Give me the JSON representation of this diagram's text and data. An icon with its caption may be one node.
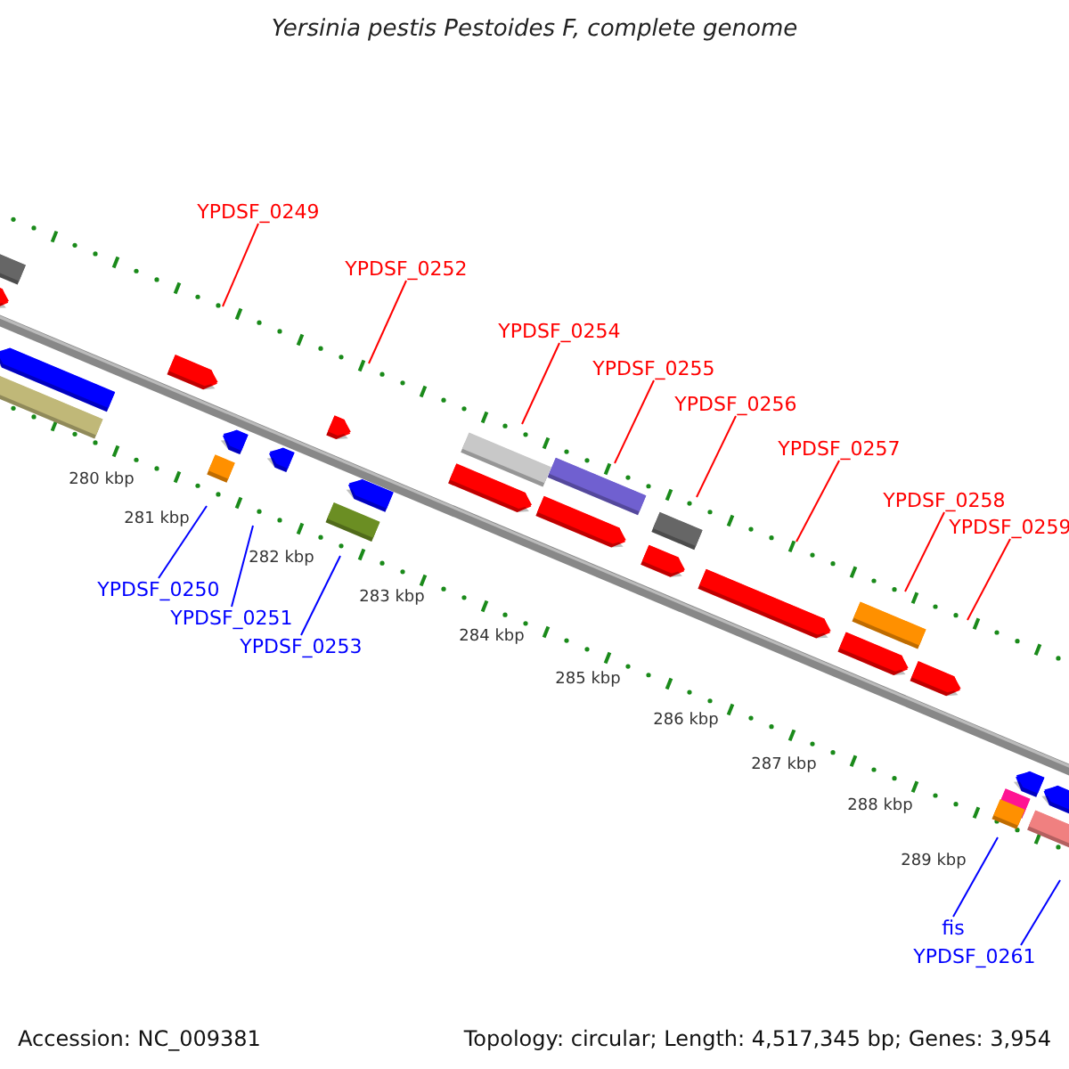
{
  "diagram": {
    "title": "Yersinia pestis Pestoides F, complete genome",
    "nodes": [
      {
        "text": [
          "YPDSF_0249"
        ]
      },
      {
        "text": [
          "YPDSF_0252"
        ]
      },
      {
        "text": [
          "YPDSF_0254"
        ]
      },
      {
        "text": [
          "YPDSF_0255"
        ]
      },
      {
        "text": [
          "YPDSF_0256"
        ]
      },
      {
        "text": [
          "YPDSF_0257"
        ]
      },
      {
        "text": [
          "YPDSF_0258"
        ]
      },
      {
        "text": [
          "YPDSF_0259"
        ]
      },
      {
        "text": [
          "YPDSF_0250"
        ]
      },
      {
        "text": [
          "YPDSF_0251"
        ]
      },
      {
        "text": [
          "YPDSF_0253"
        ]
      },
      {
        "text": [
          "fis"
        ]
      },
      {
        "text": [
          "YPDSF_0261"
        ]
      }
    ],
    "edges": [
      {
        "from": 0,
        "to": null,
        "arrow": "none"
      },
      {
        "from": 1,
        "to": null,
        "arrow": "none"
      },
      {
        "from": 2,
        "to": null,
        "arrow": "none"
      },
      {
        "from": 3,
        "to": null,
        "arrow": "none"
      },
      {
        "from": 4,
        "to": null,
        "arrow": "none"
      },
      {
        "from": 5,
        "to": null,
        "arrow": "none"
      },
      {
        "from": 6,
        "to": null,
        "arrow": "none"
      },
      {
        "from": 7,
        "to": null,
        "arrow": "none"
      },
      {
        "from": 8,
        "to": null,
        "arrow": "none",
        "color": "#0000ff"
      },
      {
        "from": 9,
        "to": null,
        "arrow": "none",
        "color": "#0000ff"
      },
      {
        "from": 10,
        "to": null,
        "arrow": "none",
        "color": "#0000ff"
      },
      {
        "from": 11,
        "to": null,
        "arrow": "none",
        "color": "#0000ff"
      },
      {
        "from": 12,
        "to": null,
        "arrow": "none",
        "color": "#0000ff"
      }
    ],
    "labels": [
      "280 kbp",
      "281 kbp",
      "282 kbp",
      "283 kbp",
      "284 kbp",
      "285 kbp",
      "286 kbp",
      "287 kbp",
      "288 kbp",
      "289 kbp",
      "Accession: NC_009381",
      "Topology: circular; Length: 4,517,345 bp; Genes: 3,954"
    ]
  }
}
